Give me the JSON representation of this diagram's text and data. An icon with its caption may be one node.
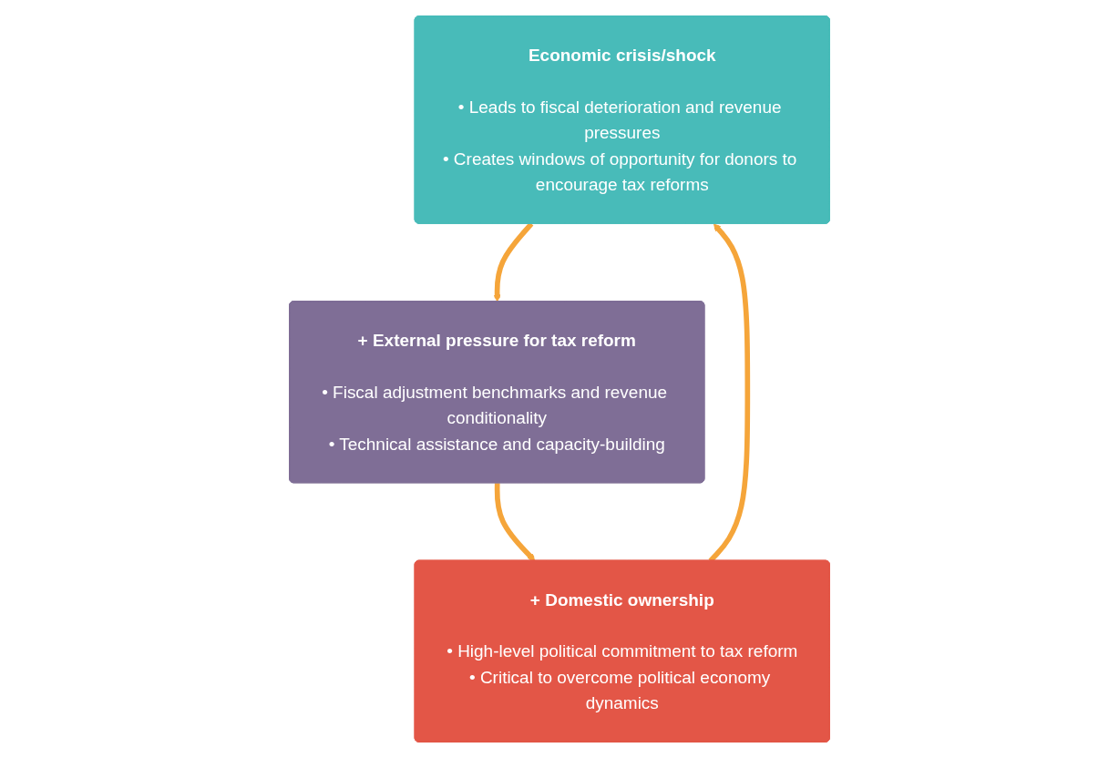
{
  "diagram": {
    "nodes": [
      {
        "text": [
          "Economic crisis/shock",
          "• Leads to fiscal deterioration and revenue pressures",
          "• Creates windows of opportunity for donors to encourage tax reforms"
        ]
      },
      {
        "text": [
          "+ External pressure for tax reform",
          "• Fiscal adjustment benchmarks and revenue conditionality",
          "• Technical assistance and capacity-building"
        ]
      },
      {
        "text": [
          "+ Domestic ownership",
          "• High-level political commitment to tax reform",
          "• Critical to overcome political economy dynamics"
        ]
      }
    ],
    "edges": [
      {
        "from": 0,
        "to": 1,
        "arrow": "to"
      },
      {
        "from": 1,
        "to": 2,
        "arrow": "to"
      },
      {
        "from": 2,
        "to": 0,
        "arrow": "to"
      }
    ]
  }
}
